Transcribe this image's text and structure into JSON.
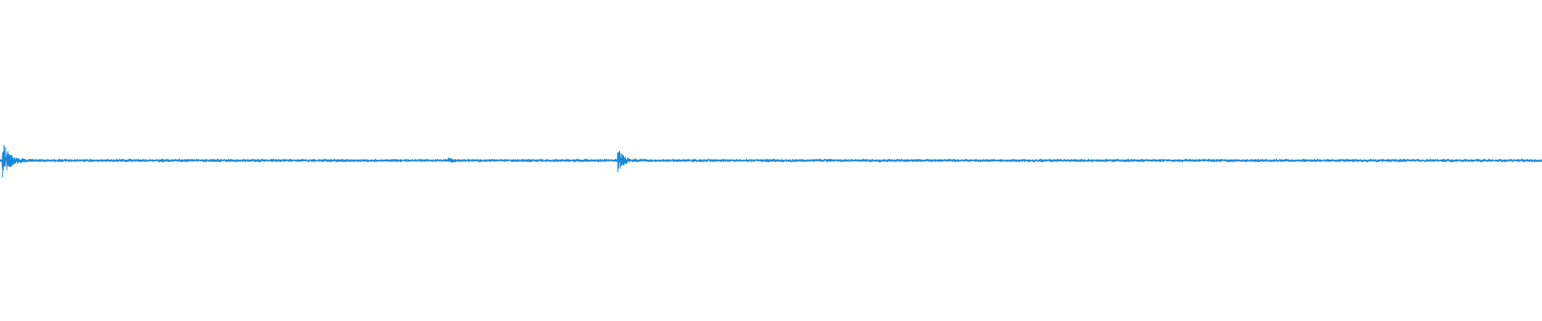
{
  "waveform": {
    "color": "#1a88d9",
    "baseline_level": 0.0,
    "noise_amplitude": 0.012,
    "transients": [
      {
        "position": 0.002,
        "peak": 0.12,
        "decay": 0.004
      },
      {
        "position": 0.401,
        "peak": 0.07,
        "decay": 0.0035
      },
      {
        "position": 0.291,
        "peak": 0.018,
        "decay": 0.002
      }
    ]
  }
}
